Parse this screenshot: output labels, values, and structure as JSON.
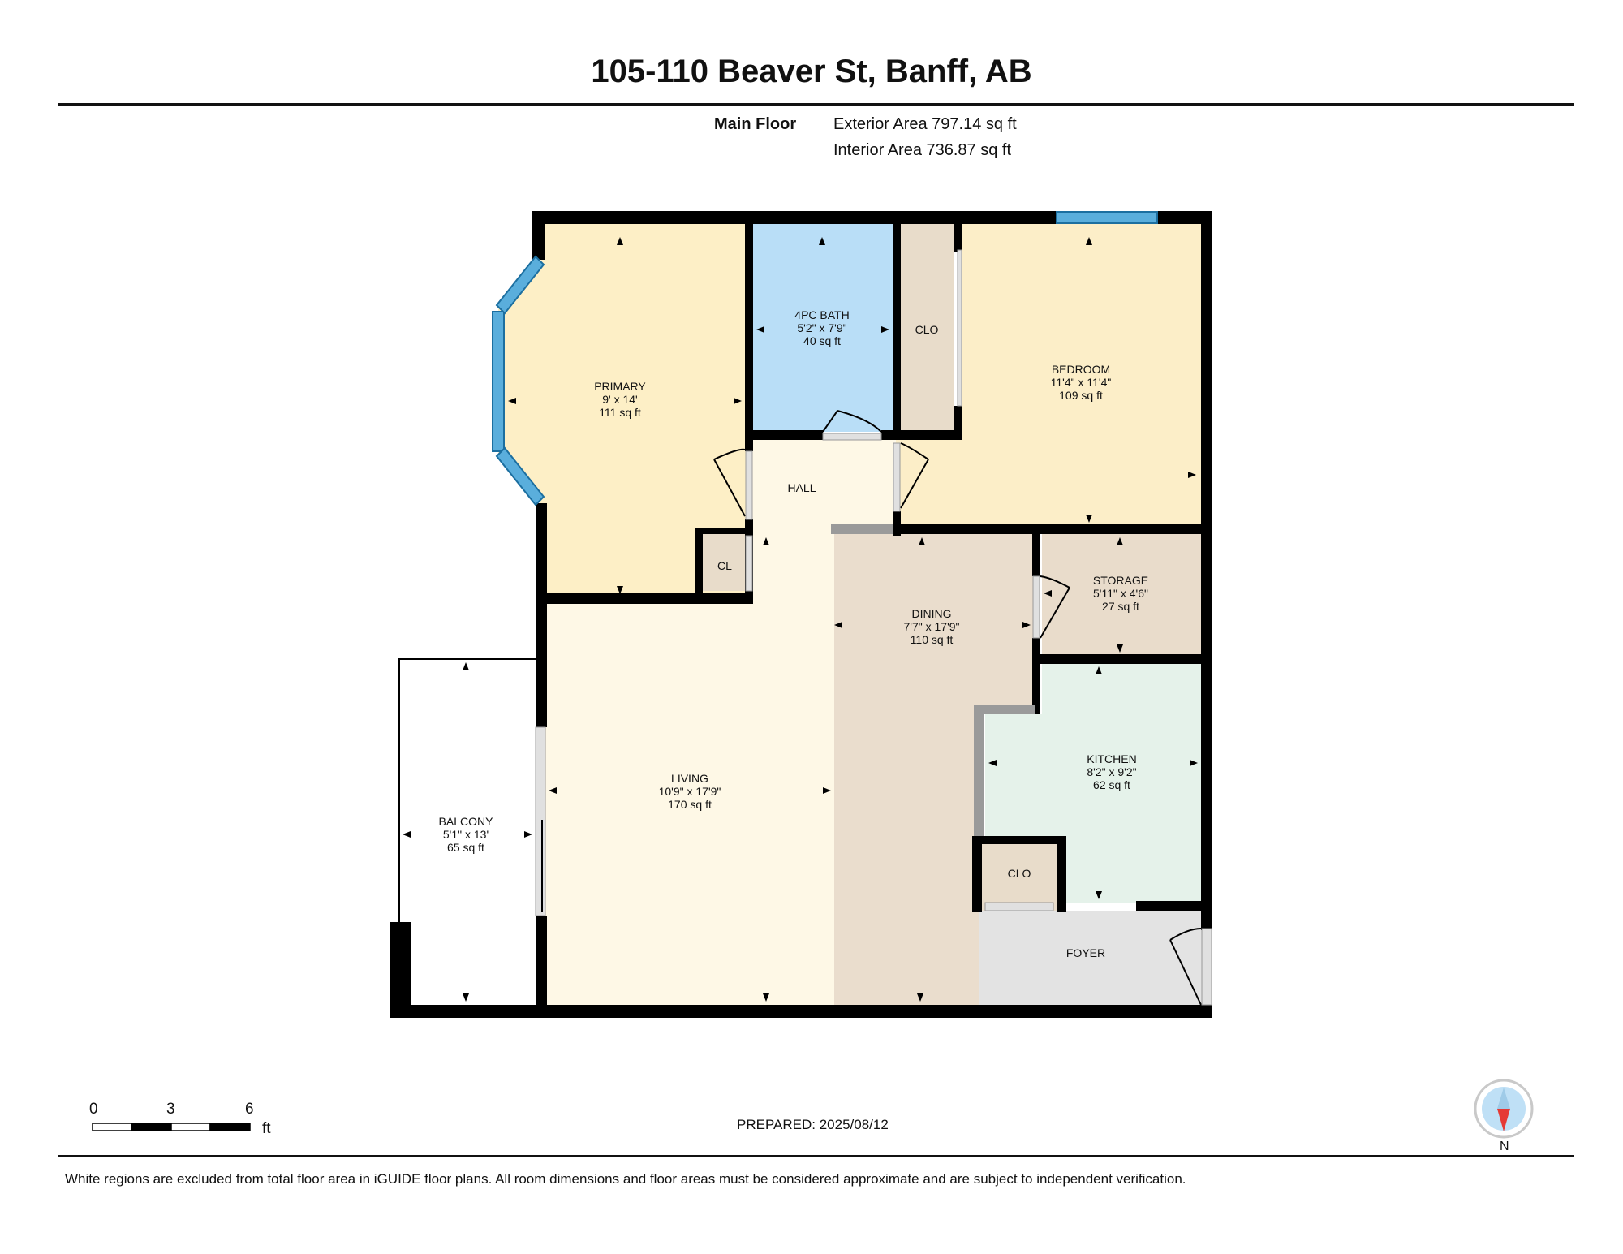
{
  "header": {
    "address": "105-110 Beaver St, Banff, AB",
    "floor_name": "Main Floor",
    "exterior_area": "Exterior Area 797.14 sq ft",
    "interior_area": "Interior Area 736.87 sq ft"
  },
  "rooms": {
    "primary": {
      "name": "PRIMARY",
      "dims": "9' x 14'",
      "area": "111 sq ft"
    },
    "bath": {
      "name": "4PC BATH",
      "dims": "5'2\" x 7'9\"",
      "area": "40 sq ft"
    },
    "clo_top": {
      "name": "CLO"
    },
    "bedroom": {
      "name": "BEDROOM",
      "dims": "11'4\" x 11'4\"",
      "area": "109 sq ft"
    },
    "hall": {
      "name": "HALL"
    },
    "cl": {
      "name": "CL"
    },
    "dining": {
      "name": "DINING",
      "dims": "7'7\" x 17'9\"",
      "area": "110 sq ft"
    },
    "storage": {
      "name": "STORAGE",
      "dims": "5'11\" x 4'6\"",
      "area": "27 sq ft"
    },
    "living": {
      "name": "LIVING",
      "dims": "10'9\" x 17'9\"",
      "area": "170 sq ft"
    },
    "kitchen": {
      "name": "KITCHEN",
      "dims": "8'2\" x 9'2\"",
      "area": "62 sq ft"
    },
    "balcony": {
      "name": "BALCONY",
      "dims": "5'1\" x 13'",
      "area": "65 sq ft"
    },
    "clo_kitchen": {
      "name": "CLO"
    },
    "foyer": {
      "name": "FOYER"
    }
  },
  "scale": {
    "ticks": [
      "0",
      "3",
      "6"
    ],
    "unit": "ft"
  },
  "prepared": "PREPARED: 2025/08/12",
  "compass": {
    "label": "N"
  },
  "footer": "White regions are excluded from total floor area in iGUIDE floor plans. All room dimensions and floor areas must be considered approximate and are subject to independent verification.",
  "colors": {
    "primary": "#fdefc6",
    "bath": "#b9def7",
    "bedroom": "#fceec8",
    "hall": "#fef8e6",
    "living": "#fef8e6",
    "dining": "#eaddcd",
    "storage": "#e9dccb",
    "kitchen": "#e5f2ea",
    "closet": "#e8dcca",
    "foyer": "#e3e3e3",
    "window": "#5aaedc",
    "wall": "#000000"
  }
}
